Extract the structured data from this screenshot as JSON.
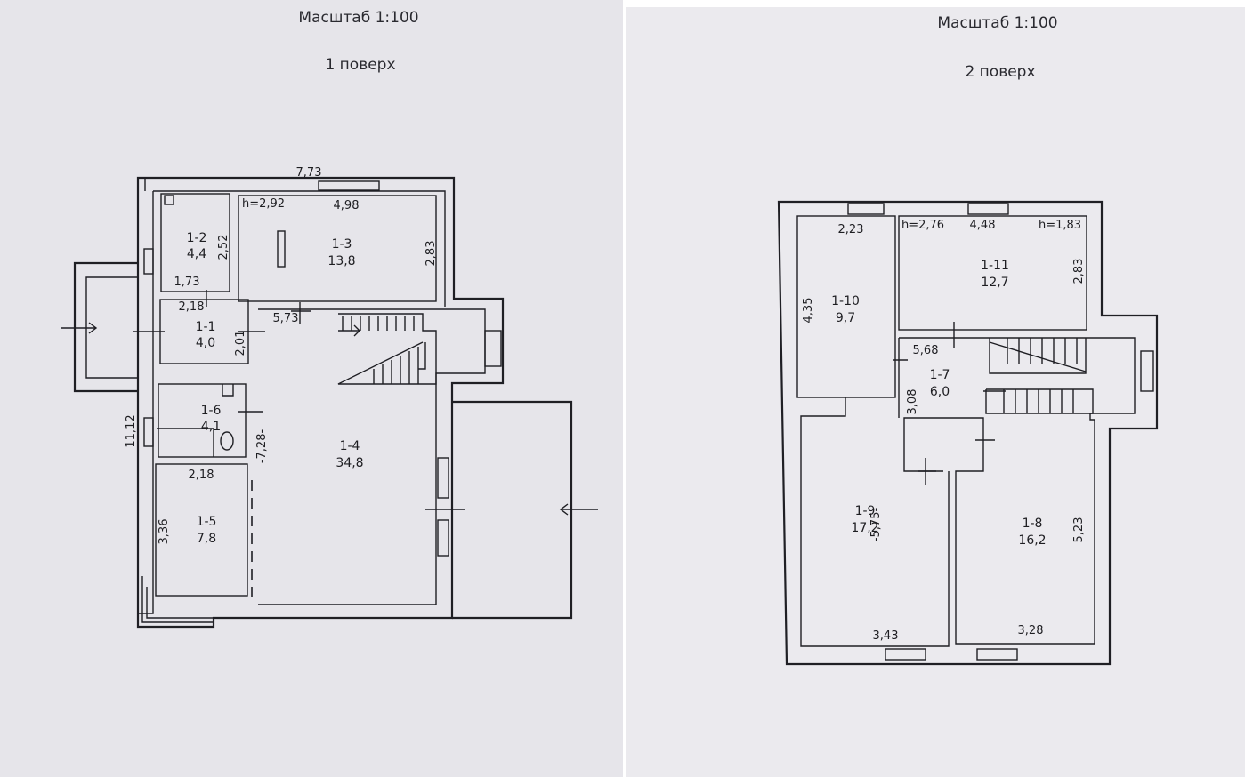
{
  "sheet_left": {
    "scale": "Масштаб 1:100",
    "floor": "1 поверх",
    "rooms": [
      {
        "id": "1-1",
        "area": "4,0"
      },
      {
        "id": "1-2",
        "area": "4,4"
      },
      {
        "id": "1-3",
        "area": "13,8"
      },
      {
        "id": "1-4",
        "area": "34,8"
      },
      {
        "id": "1-5",
        "area": "7,8"
      },
      {
        "id": "1-6",
        "area": "4,1"
      }
    ],
    "dims": {
      "top": "7,73",
      "r13_width": "4,98",
      "r13_h": "h=2,92",
      "r12_depth": "2,52",
      "r13_depth": "2,83",
      "r12_width": "1,73",
      "r11_width": "2,18",
      "r11_depth": "2,01",
      "stair_width": "5,73",
      "total_depth": "11,12",
      "r14_depth": "-7,28-",
      "r15_width": "2,18",
      "r15_depth": "3,36"
    }
  },
  "sheet_right": {
    "scale": "Масштаб 1:100",
    "floor": "2 поверх",
    "rooms": [
      {
        "id": "1-7",
        "area": "6,0"
      },
      {
        "id": "1-8",
        "area": "16,2"
      },
      {
        "id": "1-9",
        "area": "17,2"
      },
      {
        "id": "1-10",
        "area": "9,7"
      },
      {
        "id": "1-11",
        "area": "12,7"
      }
    ],
    "dims": {
      "r110_width": "2,23",
      "r111_h": "h=2,76",
      "r111_width": "4,48",
      "r111_h2": "h=1,83",
      "r110_depth": "4,35",
      "r111_depth": "2,83",
      "stair_width": "5,68",
      "r17_depth": "3,08",
      "r19_depth": "-5,75-",
      "r18_depth": "5,23",
      "r19_width": "3,43",
      "r18_width": "3,28"
    }
  }
}
